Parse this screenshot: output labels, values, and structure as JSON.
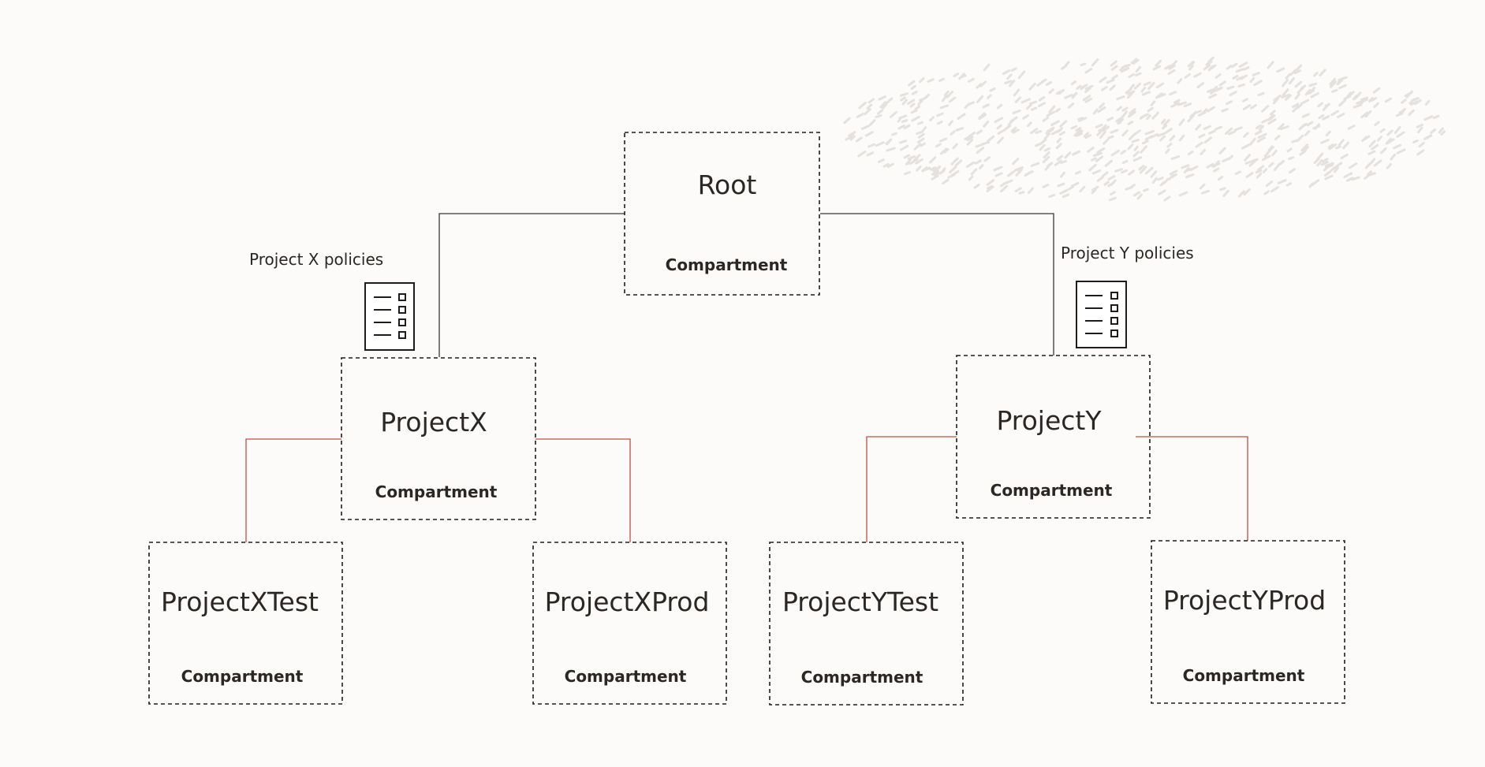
{
  "diagram": {
    "root": {
      "title": "Root",
      "subtitle": "Compartment"
    },
    "project_x": {
      "title": "ProjectX",
      "subtitle": "Compartment"
    },
    "project_y": {
      "title": "ProjectY",
      "subtitle": "Compartment"
    },
    "project_x_test": {
      "title": "ProjectXTest",
      "subtitle": "Compartment"
    },
    "project_x_prod": {
      "title": "ProjectXProd",
      "subtitle": "Compartment"
    },
    "project_y_test": {
      "title": "ProjectYTest",
      "subtitle": "Compartment"
    },
    "project_y_prod": {
      "title": "ProjectYProd",
      "subtitle": "Compartment"
    },
    "policy_x": {
      "label": "Project X policies",
      "icon": "policy-document-icon"
    },
    "policy_y": {
      "label": "Project Y policies",
      "icon": "policy-document-icon"
    }
  },
  "colors": {
    "background": "#fcfbfa",
    "text": "#2a2724",
    "box_border": "#1f1c1a",
    "parent_connector": "#3a3734",
    "child_connector": "#c0503f"
  }
}
